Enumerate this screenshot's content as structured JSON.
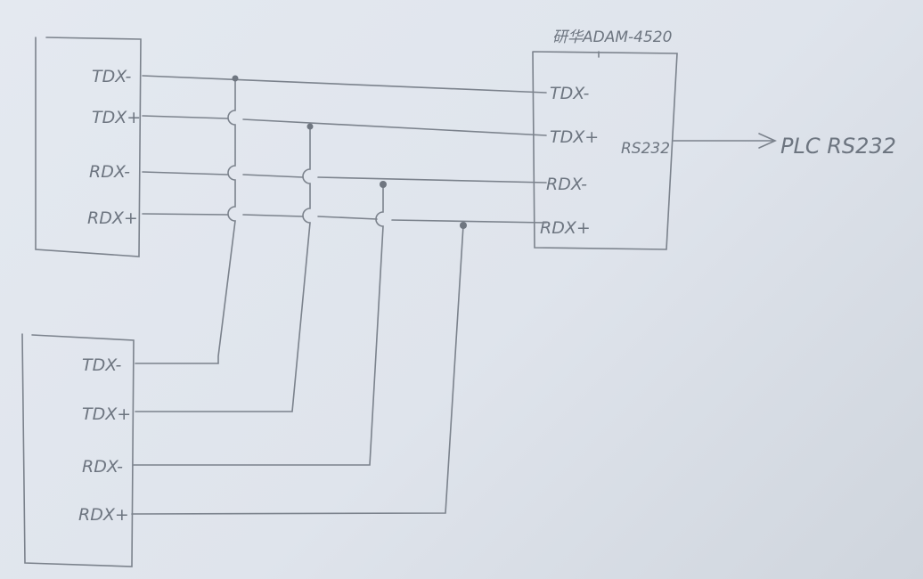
{
  "device_a": {
    "pins": [
      "TDX-",
      "TDX+",
      "RDX-",
      "RDX+"
    ]
  },
  "device_b": {
    "pins": [
      "TDX-",
      "TDX+",
      "RDX-",
      "RDX+"
    ]
  },
  "converter": {
    "title": "研华ADAM-4520",
    "pins": [
      "TDX-",
      "TDX+",
      "RDX-",
      "RDX+"
    ],
    "port": "RS232"
  },
  "target": "PLC RS232"
}
